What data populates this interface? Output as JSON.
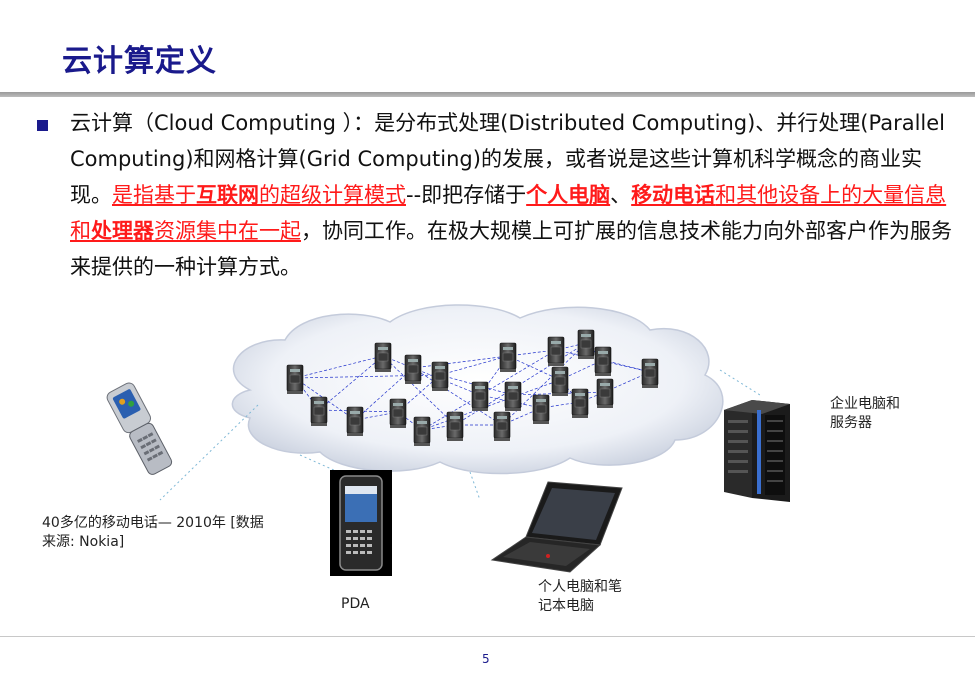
{
  "slide": {
    "title": "云计算定义",
    "page_number": "5",
    "accent_color": "#1a1a8c",
    "highlight_color": "#ff1a1a"
  },
  "definition": {
    "t1": "云计算（Cloud Computing ）：是分布式处理(Distributed Computing)、并行处理(Parallel Computing)和网格计算(Grid Computing)的发展，或者说是这些计算机科学概念的商业实现。",
    "t2": "是指基于",
    "t3": "互联网",
    "t4": "的超级计算模式",
    "t5": "--即把存储于",
    "t6": "个人电脑",
    "t7": "、",
    "t8": "移动电话",
    "t9": "和其他设备上的大量信息和",
    "t10": "处理器",
    "t11": "资源集中在一起",
    "t12": "，协同工作。在极大规模上可扩展的信息技术能力向外部客户作为服务来提供的一种计算方式。"
  },
  "diagram": {
    "phone_label": "40多亿的移动电话— 2010年 [数据来源: Nokia]",
    "pda_label": "PDA",
    "laptop_label": "个人电脑和笔记本电脑",
    "server_label": "企业电脑和服务器",
    "icons": [
      "cloud-icon",
      "server-node-icon",
      "mobile-phone-icon",
      "pda-icon",
      "laptop-icon",
      "server-rack-icon"
    ]
  }
}
